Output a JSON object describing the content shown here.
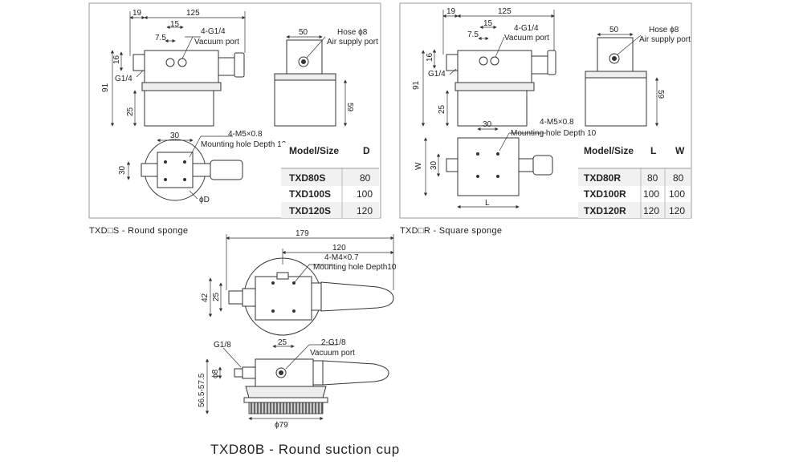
{
  "panel_s": {
    "dims": {
      "d19": "19",
      "d125": "125",
      "d15": "15",
      "d7_5": "7.5",
      "d16": "16",
      "d91": "91",
      "d25": "25",
      "d50": "50",
      "d59": "59",
      "d30a": "30",
      "d30b": "30"
    },
    "labels": {
      "g14_port": "4-G1/4",
      "vacuum_port": "Vacuum port",
      "g14": "G1/4",
      "hose": "Hose ϕ8",
      "air_supply": "Air supply port",
      "m5": "4-M5×0.8",
      "mounting_hole": "Mounting hole Depth 10",
      "phi_d": "ϕD"
    },
    "table": {
      "headers": [
        "Model/Size",
        "D"
      ],
      "rows": [
        [
          "TXD80S",
          "80"
        ],
        [
          "TXD100S",
          "100"
        ],
        [
          "TXD120S",
          "120"
        ]
      ]
    },
    "caption": "TXD□S - Round sponge"
  },
  "panel_r": {
    "dims": {
      "d19": "19",
      "d125": "125",
      "d15": "15",
      "d7_5": "7.5",
      "d16": "16",
      "d91": "91",
      "d25": "25",
      "d50": "50",
      "d59": "59",
      "d30a": "30",
      "d30b": "30",
      "w": "W",
      "l": "L"
    },
    "labels": {
      "g14_port": "4-G1/4",
      "vacuum_port": "Vacuum port",
      "g14": "G1/4",
      "hose": "Hose ϕ8",
      "air_supply": "Air supply port",
      "m5": "4-M5×0.8",
      "mounting_hole": "Mounting hole Depth 10"
    },
    "table": {
      "headers": [
        "Model/Size",
        "L",
        "W"
      ],
      "rows": [
        [
          "TXD80R",
          "80",
          "80"
        ],
        [
          "TXD100R",
          "100",
          "100"
        ],
        [
          "TXD120R",
          "120",
          "120"
        ]
      ]
    },
    "caption": "TXD□R - Square sponge"
  },
  "panel_b": {
    "dims": {
      "d179": "179",
      "d120": "120",
      "d42": "42",
      "d25a": "25",
      "d25b": "25",
      "phi8": "ϕ8",
      "d56": "56.5-57.5",
      "phi79": "ϕ79"
    },
    "labels": {
      "m4": "4-M4×0.7",
      "mounting_hole": "Mounting hole Depth10",
      "g18": "G1/8",
      "g18_port": "2-G1/8",
      "vacuum_port": "Vacuum port"
    },
    "caption": "TXD80B - Round suction cup"
  },
  "colors": {
    "line": "#333333",
    "body": "#ffffff",
    "body_shade": "#eeeeee",
    "table_head": "#ffffff",
    "table_row": "#f1f1f1",
    "frame": "#999999"
  }
}
